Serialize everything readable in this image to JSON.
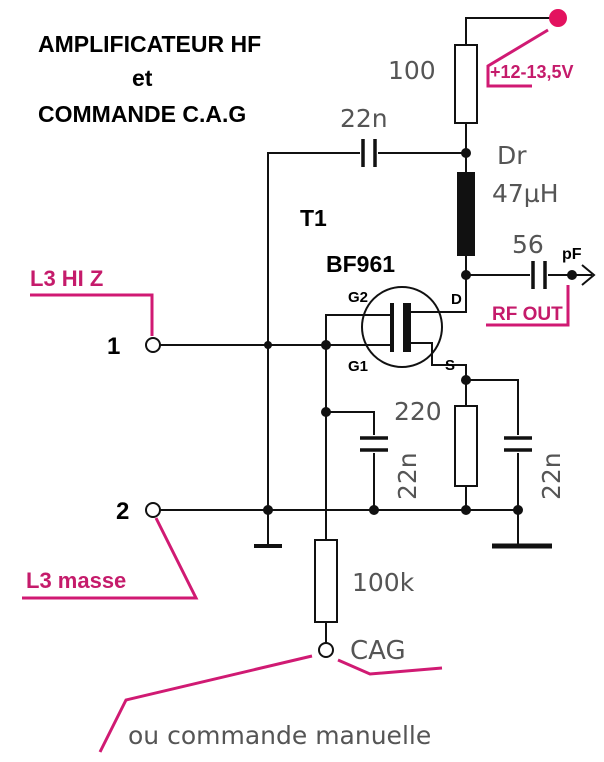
{
  "title": {
    "line1": "AMPLIFICATEUR HF",
    "line2": "et",
    "line3": "COMMANDE C.A.G"
  },
  "transistor": {
    "ref": "T1",
    "model": "BF961",
    "pins": {
      "g1": "G1",
      "g2": "G2",
      "drain": "D",
      "source": "S"
    }
  },
  "components": {
    "r_supply": "100",
    "c_coupling_top": "22n",
    "choke_name": "Dr",
    "choke_value": "47µH",
    "c_output": "56",
    "output_unit": "pF",
    "r_source": "220",
    "c_g2": "22n",
    "c_source": "22n",
    "r_cag": "100k"
  },
  "terminals": {
    "input_number": "1",
    "ground_number": "2",
    "cag": "CAG"
  },
  "annotations": {
    "supply": "+12-13,5V",
    "rf_out": "RF OUT",
    "l3_hiz": "L3 HI Z",
    "l3_masse": "L3 masse",
    "manual": "ou commande manuelle"
  },
  "colors": {
    "annotation": "#c51b6b",
    "supply_dot": "#e3125f",
    "wire": "#111111"
  }
}
